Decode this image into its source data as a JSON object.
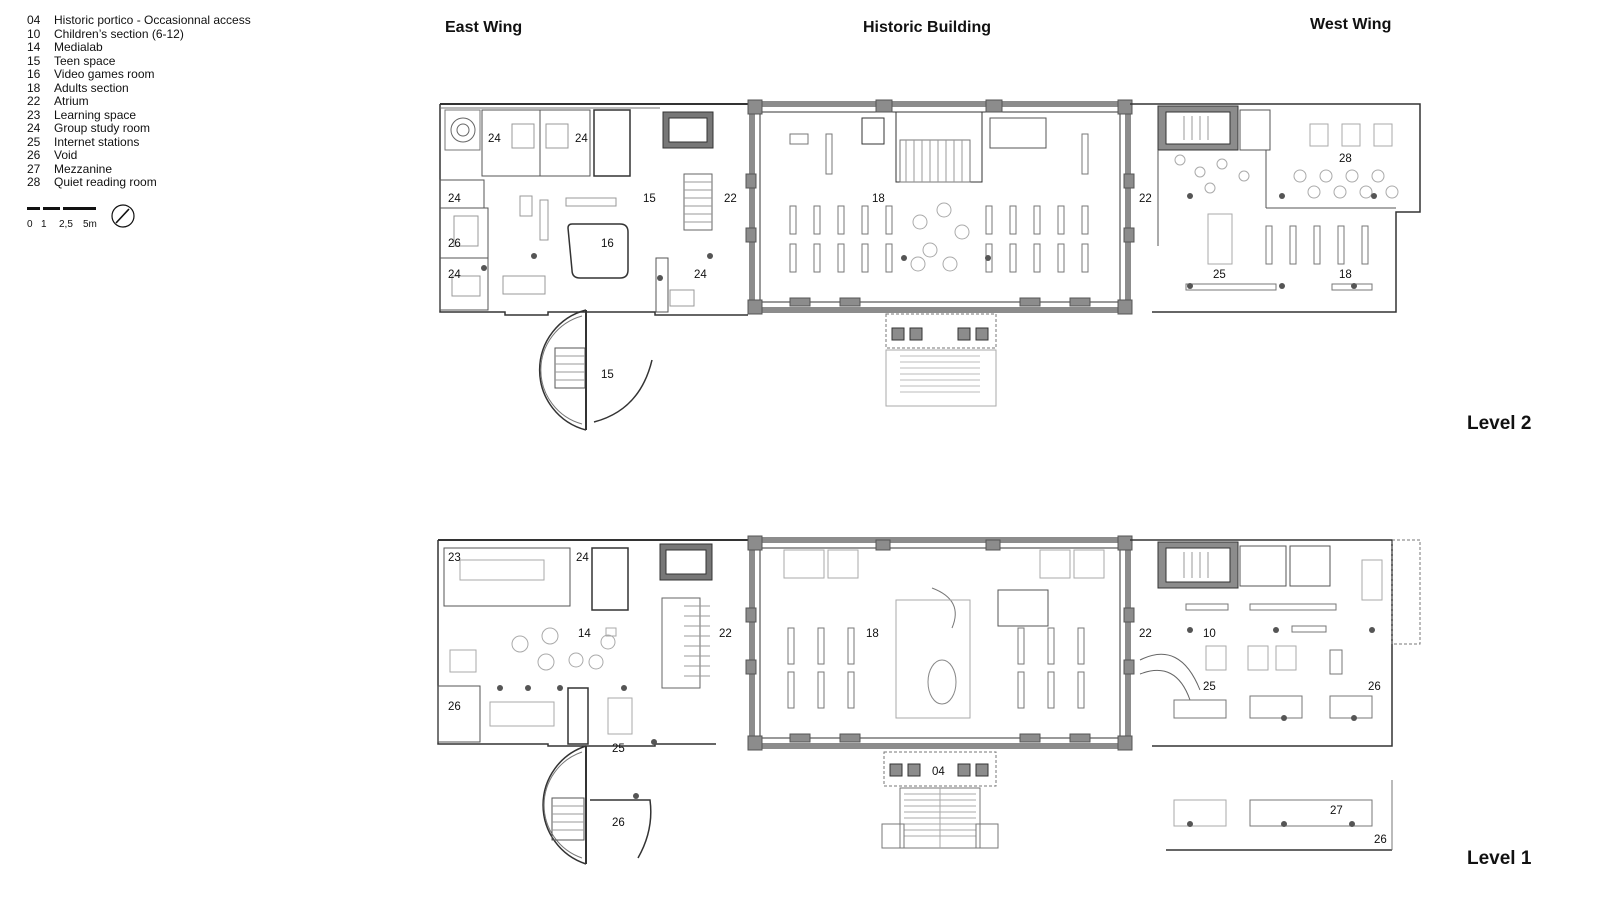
{
  "legend": [
    {
      "num": "04",
      "label": "Historic portico - Occasionnal access"
    },
    {
      "num": "10",
      "label": "Children’s section (6-12)"
    },
    {
      "num": "14",
      "label": "Medialab"
    },
    {
      "num": "15",
      "label": "Teen space"
    },
    {
      "num": "16",
      "label": "Video games room"
    },
    {
      "num": "18",
      "label": "Adults section"
    },
    {
      "num": "22",
      "label": "Atrium"
    },
    {
      "num": "23",
      "label": "Learning space"
    },
    {
      "num": "24",
      "label": "Group study room"
    },
    {
      "num": "25",
      "label": "Internet stations"
    },
    {
      "num": "26",
      "label": "Void"
    },
    {
      "num": "27",
      "label": "Mezzanine"
    },
    {
      "num": "28",
      "label": "Quiet reading room"
    }
  ],
  "scale": {
    "t0": "0",
    "t1": "1",
    "t2": "2,5",
    "t3": "5m"
  },
  "titles": {
    "east_wing": "East Wing",
    "historic_building": "Historic Building",
    "west_wing": "West Wing",
    "level2": "Level 2",
    "level1": "Level 1"
  },
  "level2_rooms": {
    "r24a": "24",
    "r24b": "24",
    "r24c": "24",
    "r24d": "24",
    "r24e": "24",
    "r26": "26",
    "r15a": "15",
    "r16": "16",
    "r22a": "22",
    "r18a": "18",
    "r22b": "22",
    "r28": "28",
    "r25": "25",
    "r18b": "18",
    "r15b": "15"
  },
  "level1_rooms": {
    "r23": "23",
    "r24": "24",
    "r14": "14",
    "r22a": "22",
    "r18": "18",
    "r22b": "22",
    "r10": "10",
    "r25a": "25",
    "r26a": "26",
    "r26b": "26",
    "r25b": "25",
    "r04": "04",
    "r26c": "26",
    "r27": "27",
    "r26d": "26"
  }
}
